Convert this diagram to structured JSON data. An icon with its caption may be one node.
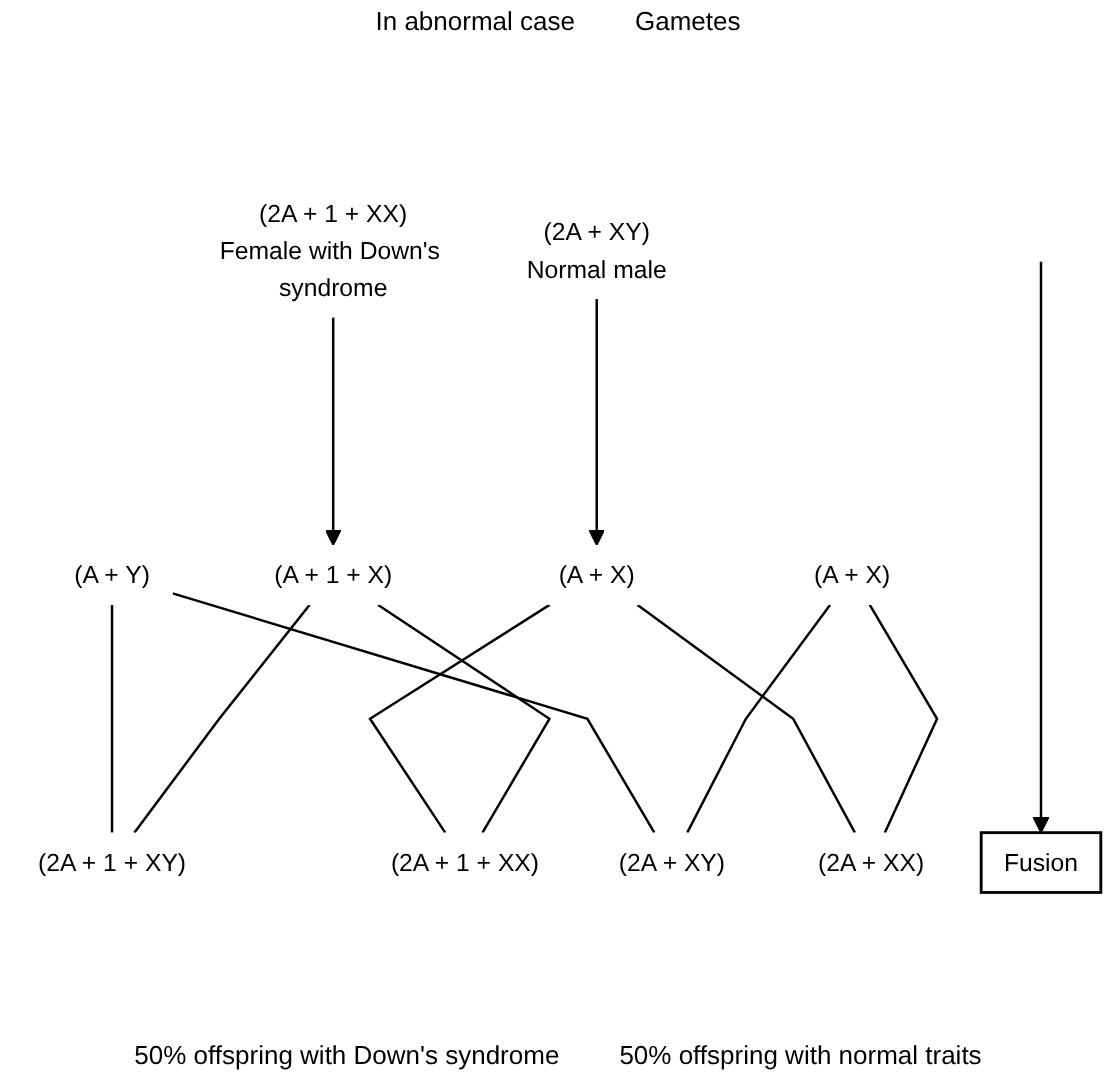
{
  "diagram": {
    "nodes": [
      {
        "text": [
          "(2A + 1 + XX)",
          "Female with Down's syndrome"
        ]
      },
      {
        "text": [
          "(2A + XY)",
          "Normal male"
        ]
      },
      {
        "text": [
          "(A + 1 + X)"
        ]
      },
      {
        "text": [
          "(A + X)"
        ]
      },
      {
        "text": [
          "(A + Y)"
        ]
      },
      {
        "text": [
          "(A + X)"
        ]
      },
      {
        "text": [
          "Fusion"
        ]
      },
      {
        "text": [
          "(2A + 1 + XY)"
        ]
      },
      {
        "text": [
          "(2A + 1 + XX)"
        ]
      },
      {
        "text": [
          "(2A + XY)"
        ]
      },
      {
        "text": [
          "(2A + XX)"
        ]
      }
    ],
    "edges": [
      {
        "from": 0,
        "to": 2,
        "arrow": "to"
      },
      {
        "from": 1,
        "to": 5,
        "arrow": "to"
      },
      {
        "from": null,
        "to": 6,
        "arrow": "to"
      },
      {
        "from": 2,
        "to": 7,
        "arrow": "none"
      },
      {
        "from": 4,
        "to": 7,
        "arrow": "none"
      },
      {
        "from": 2,
        "to": 8,
        "arrow": "none"
      },
      {
        "from": 5,
        "to": 8,
        "arrow": "none"
      },
      {
        "from": 3,
        "to": 9,
        "arrow": "none"
      },
      {
        "from": 4,
        "to": 9,
        "arrow": "none"
      },
      {
        "from": 3,
        "to": 10,
        "arrow": "none"
      },
      {
        "from": 5,
        "to": 10,
        "arrow": "none"
      }
    ],
    "labels": [
      "In abnormal case",
      "Gametes",
      "50% offspring with Down's syndrome",
      "50% offspring with normal traits"
    ]
  }
}
